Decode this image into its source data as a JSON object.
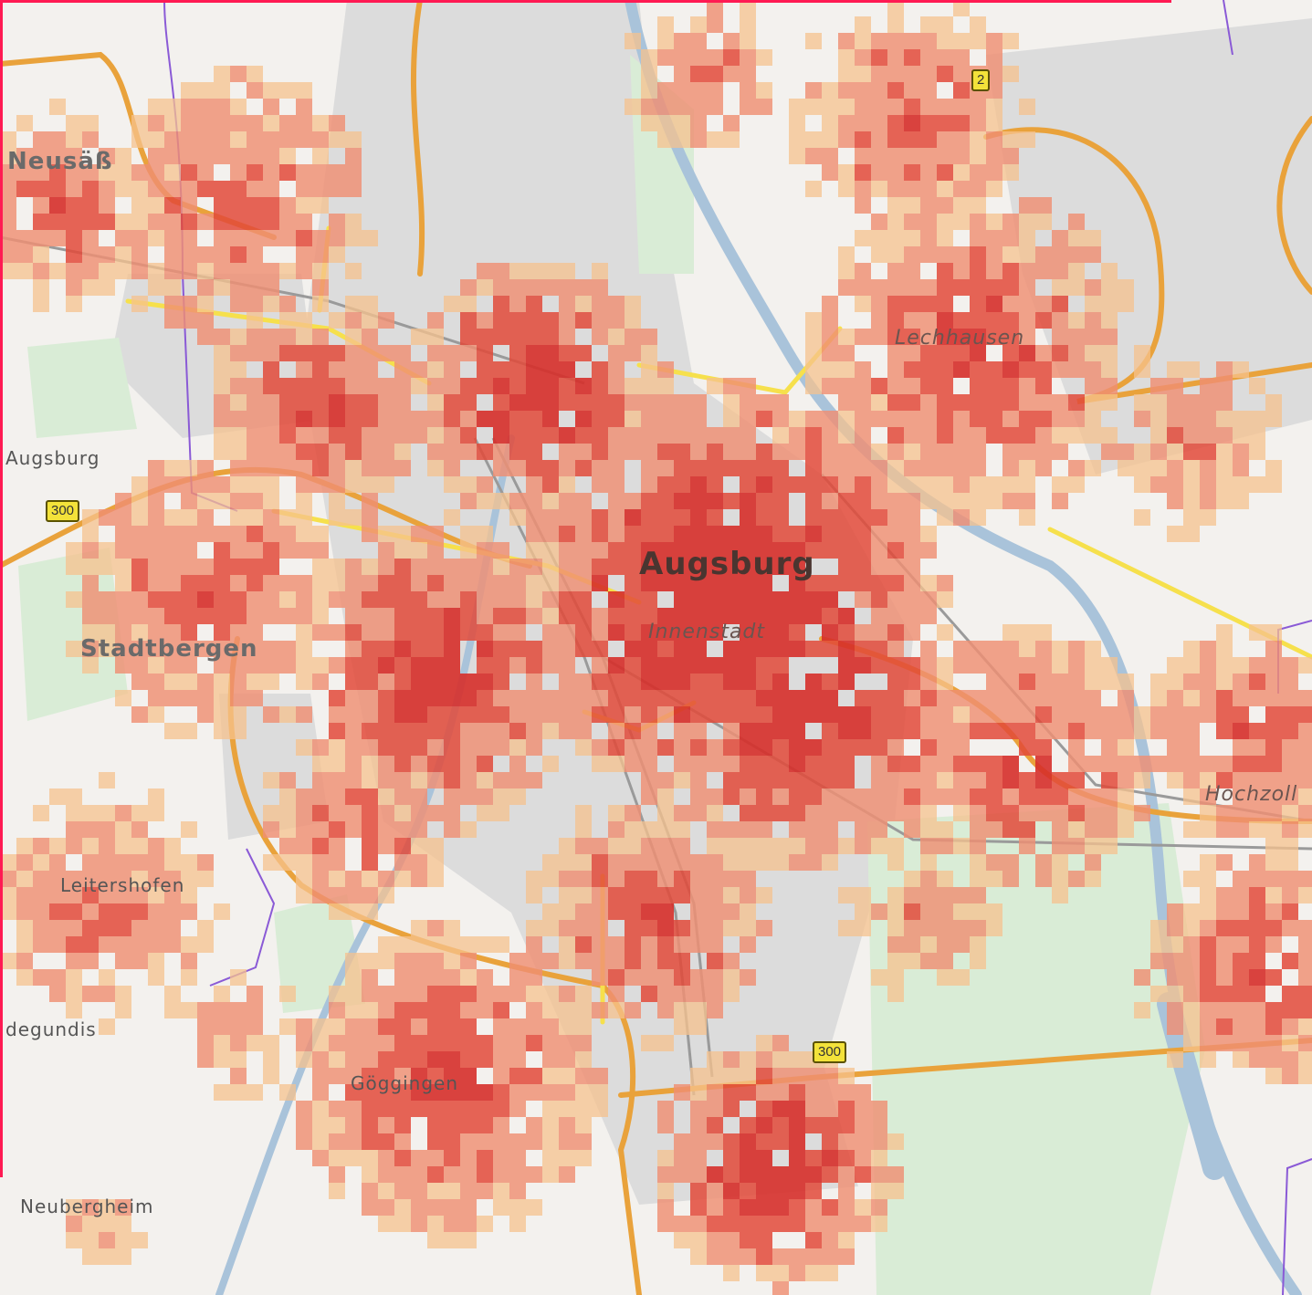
{
  "map": {
    "colors": {
      "background": "#f3f1ee",
      "builtup": "#dcdcdc",
      "green": "#d9ecd6",
      "forest": "#cfe6cc",
      "water": "#a9c3da",
      "motorway": "#e9a23b",
      "primary": "#f6e04c",
      "boundary": "#8a5ad6",
      "rail": "#9a9a9a",
      "frame": "#ff1a53",
      "heat_low": "#f6c28e",
      "heat_mid": "#ef8f73",
      "heat_high": "#e24a3a",
      "heat_top": "#d62f2a"
    },
    "place_labels": [
      {
        "text": "Augsburg",
        "kind": "city"
      },
      {
        "text": "Innenstadt",
        "kind": "district"
      },
      {
        "text": "Lechhausen",
        "kind": "district"
      },
      {
        "text": "Hochzoll",
        "kind": "district"
      },
      {
        "text": "Stadtbergen",
        "kind": "town"
      },
      {
        "text": "Neusäß",
        "kind": "town"
      },
      {
        "text": "Leitershofen",
        "kind": "small"
      },
      {
        "text": "Göggingen",
        "kind": "small"
      },
      {
        "text": "Neubergheim",
        "kind": "small"
      },
      {
        "text": "degundis",
        "kind": "small"
      },
      {
        "text": "Augsburg",
        "kind": "small"
      }
    ],
    "road_shields": [
      "300",
      "2",
      "300"
    ]
  }
}
